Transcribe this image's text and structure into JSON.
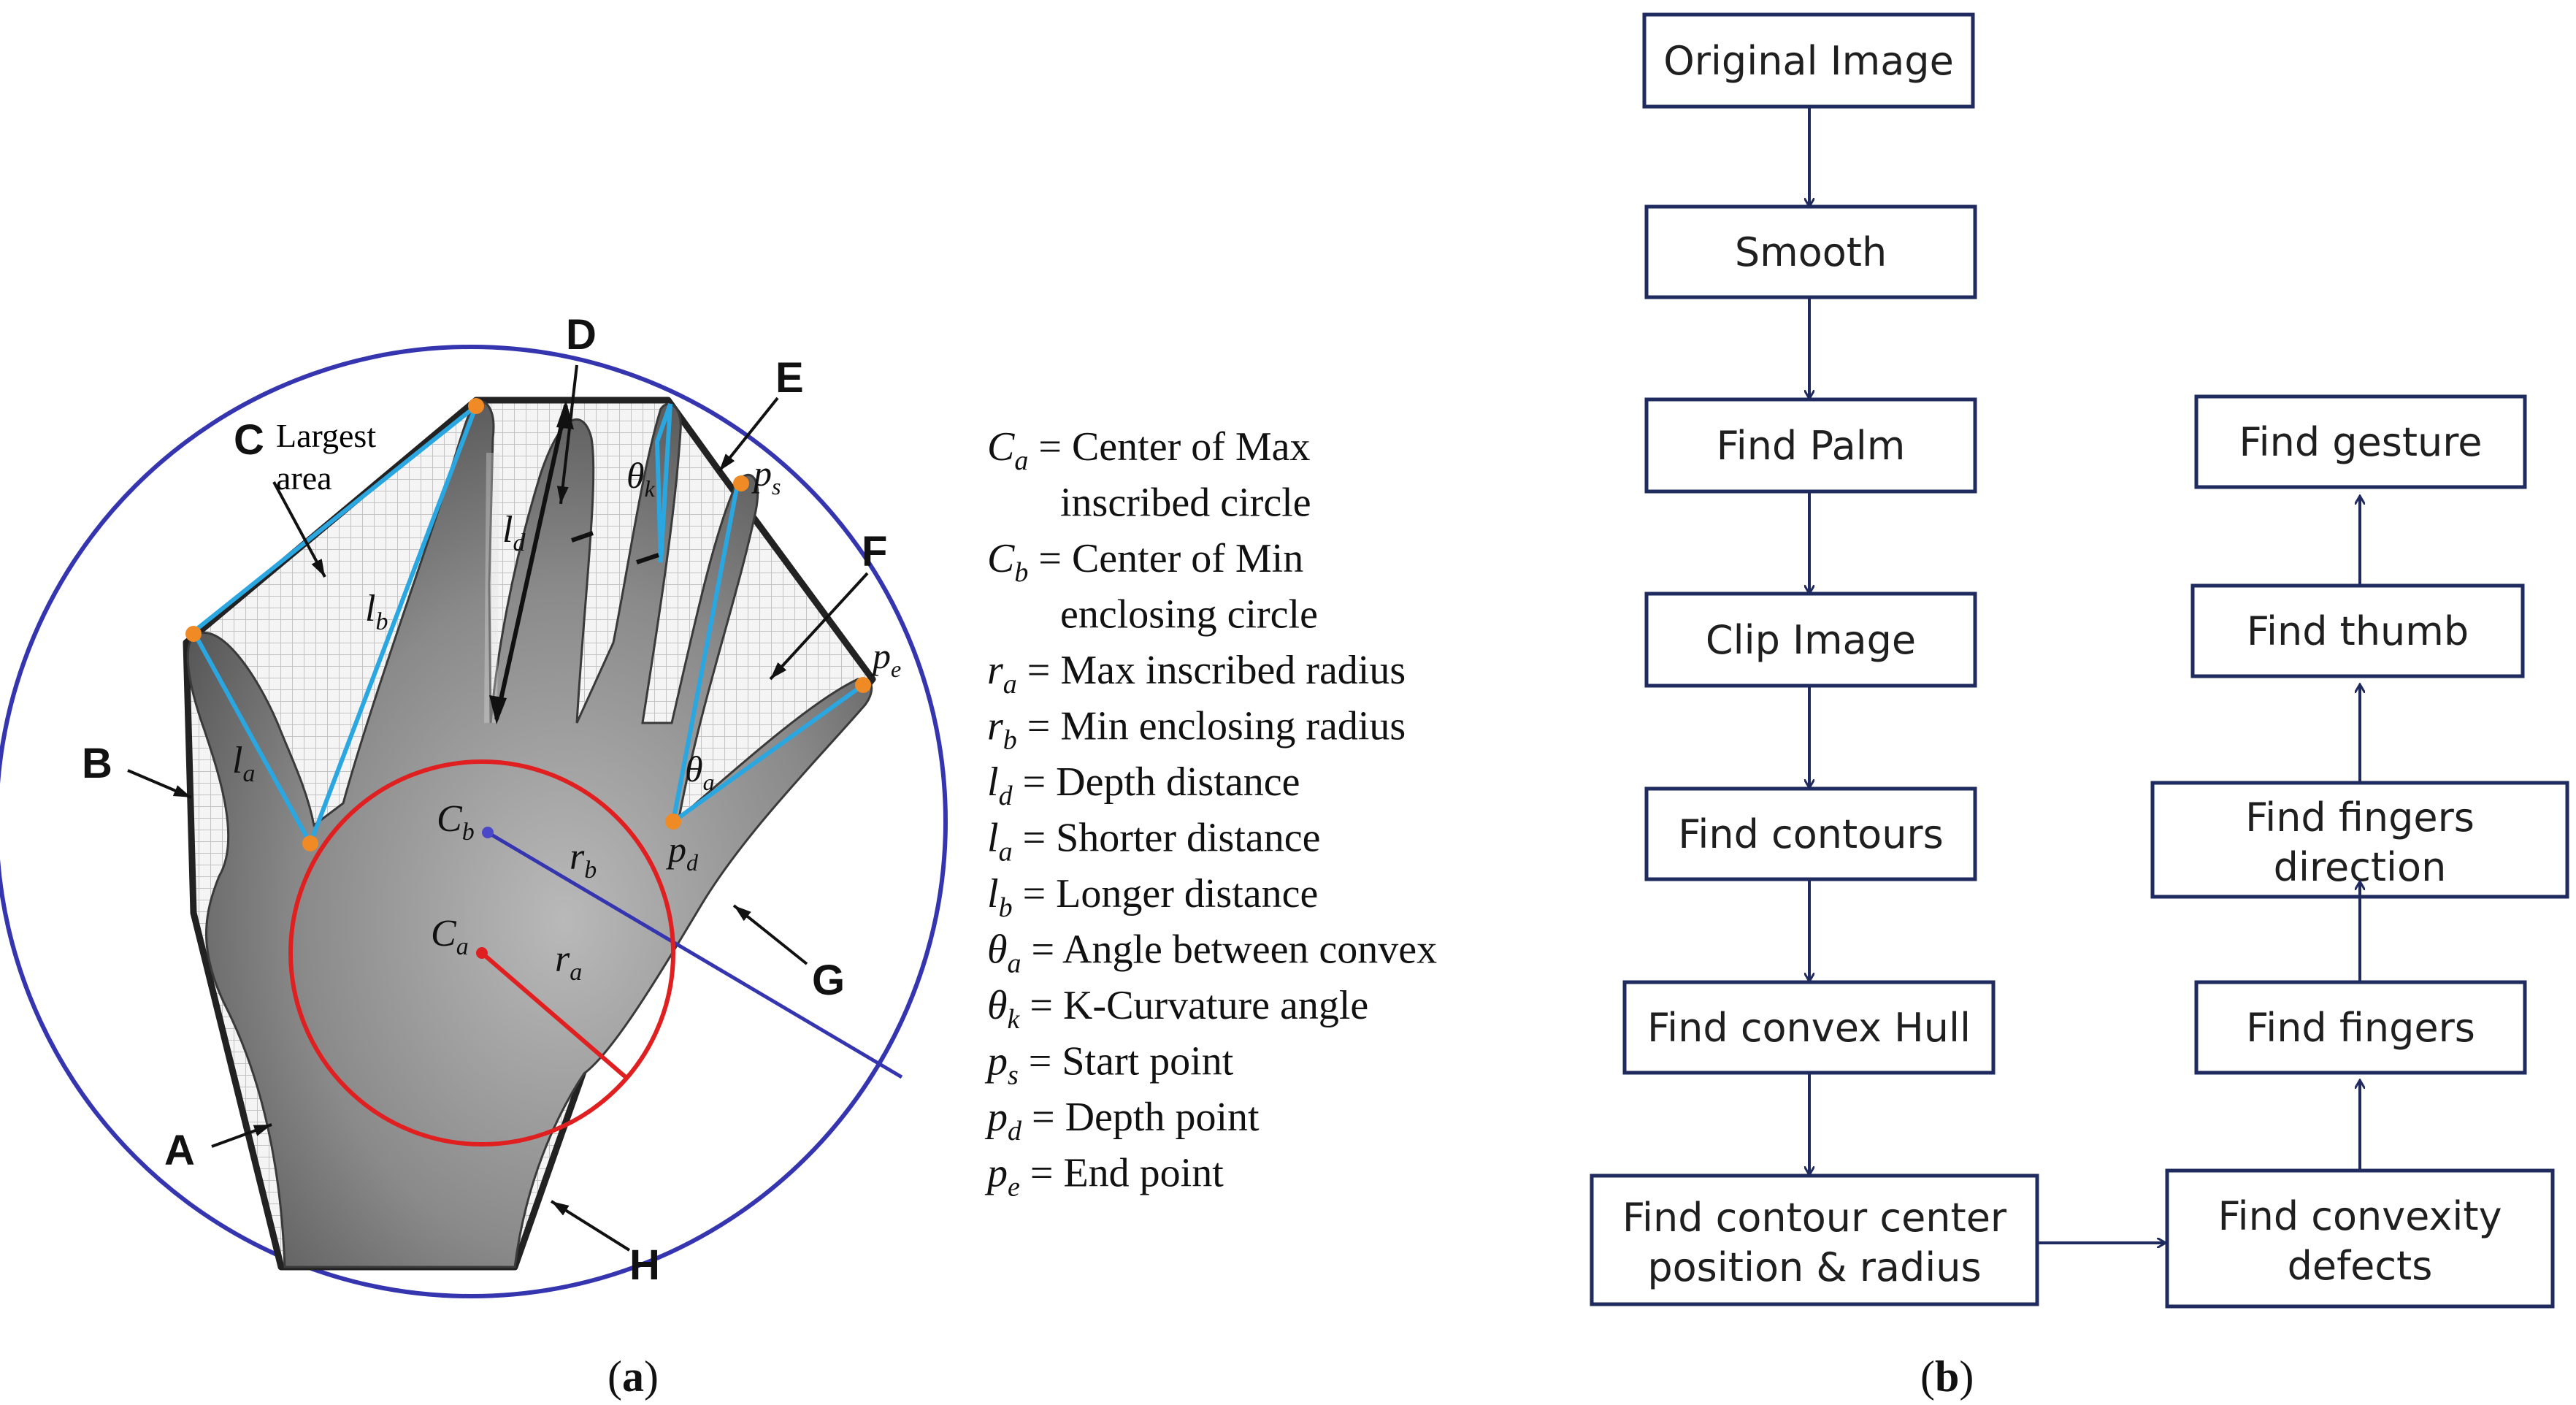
{
  "panel_a": {
    "caption_open": "(",
    "caption_letter": "a",
    "caption_close": ")",
    "region_letters": {
      "A": "A",
      "B": "B",
      "C": "C",
      "D": "D",
      "E": "E",
      "F": "F",
      "G": "G",
      "H": "H"
    },
    "largest_area_line1": "Largest",
    "largest_area_line2": "area",
    "symbols": {
      "ld": "l",
      "ld_sub": "d",
      "lb": "l",
      "lb_sub": "b",
      "la": "l",
      "la_sub": "a",
      "theta_k": "θ",
      "theta_k_sub": "k",
      "theta_a": "θ",
      "theta_a_sub": "a",
      "ps": "p",
      "ps_sub": "s",
      "pe": "p",
      "pe_sub": "e",
      "pd": "p",
      "pd_sub": "d",
      "cb": "C",
      "cb_sub": "b",
      "ca": "C",
      "ca_sub": "a",
      "rb": "r",
      "rb_sub": "b",
      "ra": "r",
      "ra_sub": "a"
    },
    "legend": [
      {
        "sym": "C",
        "sub": "a",
        "text": " = Center of Max",
        "cont": "inscribed circle"
      },
      {
        "sym": "C",
        "sub": "b",
        "text": " = Center of Min",
        "cont": "enclosing circle"
      },
      {
        "sym": "r",
        "sub": "a",
        "text": " = Max inscribed radius"
      },
      {
        "sym": "r",
        "sub": "b",
        "text": " = Min enclosing radius"
      },
      {
        "sym": "l",
        "sub": "d",
        "text": " = Depth distance"
      },
      {
        "sym": "l",
        "sub": "a",
        "text": " = Shorter distance"
      },
      {
        "sym": "l",
        "sub": "b",
        "text": " = Longer distance"
      },
      {
        "sym": "θ",
        "sub": "a",
        "text": " = Angle between convex"
      },
      {
        "sym": "θ",
        "sub": "k",
        "text": " = K-Curvature angle"
      },
      {
        "sym": "p",
        "sub": "s",
        "text": " = Start point"
      },
      {
        "sym": "p",
        "sub": "d",
        "text": " = Depth point"
      },
      {
        "sym": "p",
        "sub": "e",
        "text": " = End point"
      }
    ],
    "colors": {
      "enclosing_circle": "#3535b0",
      "inscribed_circle": "#e02020",
      "convex_hull": "#222222",
      "finger_lines": "#2aa6e0",
      "points": "#f08a24"
    }
  },
  "panel_b": {
    "caption_open": "(",
    "caption_letter": "b",
    "caption_close": ")",
    "left_column": [
      {
        "line1": "Original Image"
      },
      {
        "line1": "Smooth"
      },
      {
        "line1": "Find Palm"
      },
      {
        "line1": "Clip Image"
      },
      {
        "line1": "Find contours"
      },
      {
        "line1": "Find convex Hull"
      },
      {
        "line1": "Find contour center",
        "line2": "position & radius"
      }
    ],
    "right_column": [
      {
        "line1": "Find convexity",
        "line2": "defects"
      },
      {
        "line1": "Find fingers"
      },
      {
        "line1": "Find fingers",
        "line2": "direction"
      },
      {
        "line1": "Find thumb"
      },
      {
        "line1": "Find gesture"
      }
    ],
    "colors": {
      "box_border": "#1f2a5e",
      "arrow": "#1f2a5e"
    }
  }
}
